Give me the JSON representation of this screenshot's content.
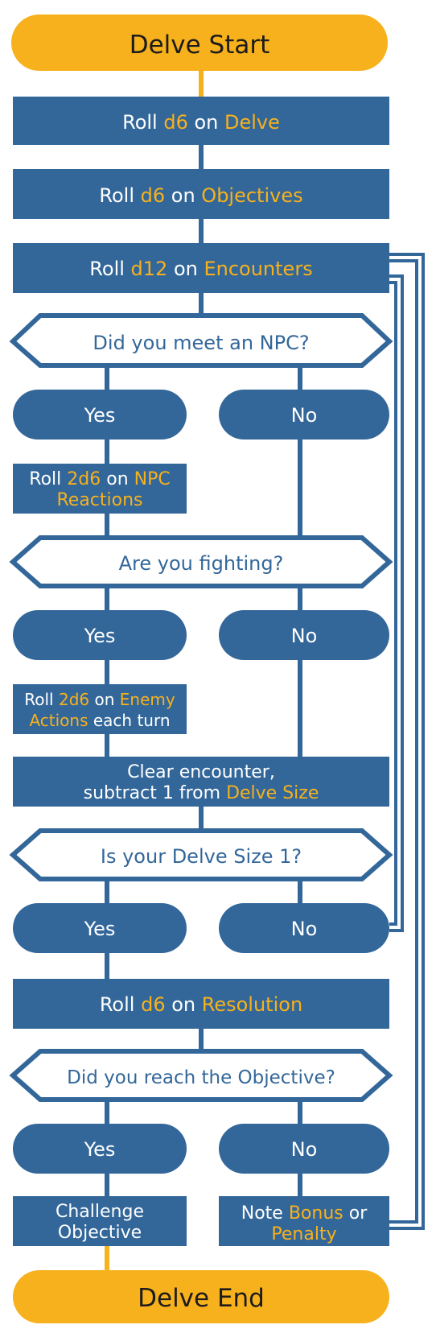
{
  "colors": {
    "blue": "#33679a",
    "gold": "#f7b11c",
    "white": "#ffffff",
    "dark": "#1c1c1c"
  },
  "nodes": {
    "start": {
      "text": "Delve Start"
    },
    "roll_delve": {
      "pre": "Roll ",
      "die": "d6",
      "mid": " on ",
      "table": "Delve"
    },
    "roll_objectives": {
      "pre": "Roll ",
      "die": "d6",
      "mid": " on ",
      "table": "Objectives"
    },
    "roll_encounters": {
      "pre": "Roll ",
      "die": "d12",
      "mid": " on ",
      "table": "Encounters"
    },
    "q_npc": {
      "text": "Did you meet an NPC?"
    },
    "npc_yes": {
      "text": "Yes"
    },
    "npc_no": {
      "text": "No"
    },
    "npc_reactions": {
      "pre": "Roll ",
      "die": "2d6",
      "mid": " on ",
      "table1": "NPC",
      "table2": "Reactions"
    },
    "q_fight": {
      "text": "Are you fighting?"
    },
    "fight_yes": {
      "text": "Yes"
    },
    "fight_no": {
      "text": "No"
    },
    "enemy_actions": {
      "pre": "Roll ",
      "die": "2d6",
      "mid": " on ",
      "table1": "Enemy",
      "table2": "Actions",
      "post": " each turn"
    },
    "clear": {
      "line1": "Clear encounter,",
      "line2_pre": "subtract 1 from ",
      "line2_hl": "Delve Size"
    },
    "q_size": {
      "text": "Is your Delve Size 1?"
    },
    "size_yes": {
      "text": "Yes"
    },
    "size_no": {
      "text": "No"
    },
    "roll_resolution": {
      "pre": "Roll ",
      "die": "d6",
      "mid": " on ",
      "table": "Resolution"
    },
    "q_objective": {
      "text": "Did you reach the Objective?"
    },
    "obj_yes": {
      "text": "Yes"
    },
    "obj_no": {
      "text": "No"
    },
    "challenge": {
      "line1": "Challenge",
      "line2": "Objective"
    },
    "note": {
      "pre": "Note ",
      "hl1": "Bonus",
      "mid": " or",
      "hl2": "Penalty"
    },
    "end": {
      "text": "Delve End"
    }
  }
}
